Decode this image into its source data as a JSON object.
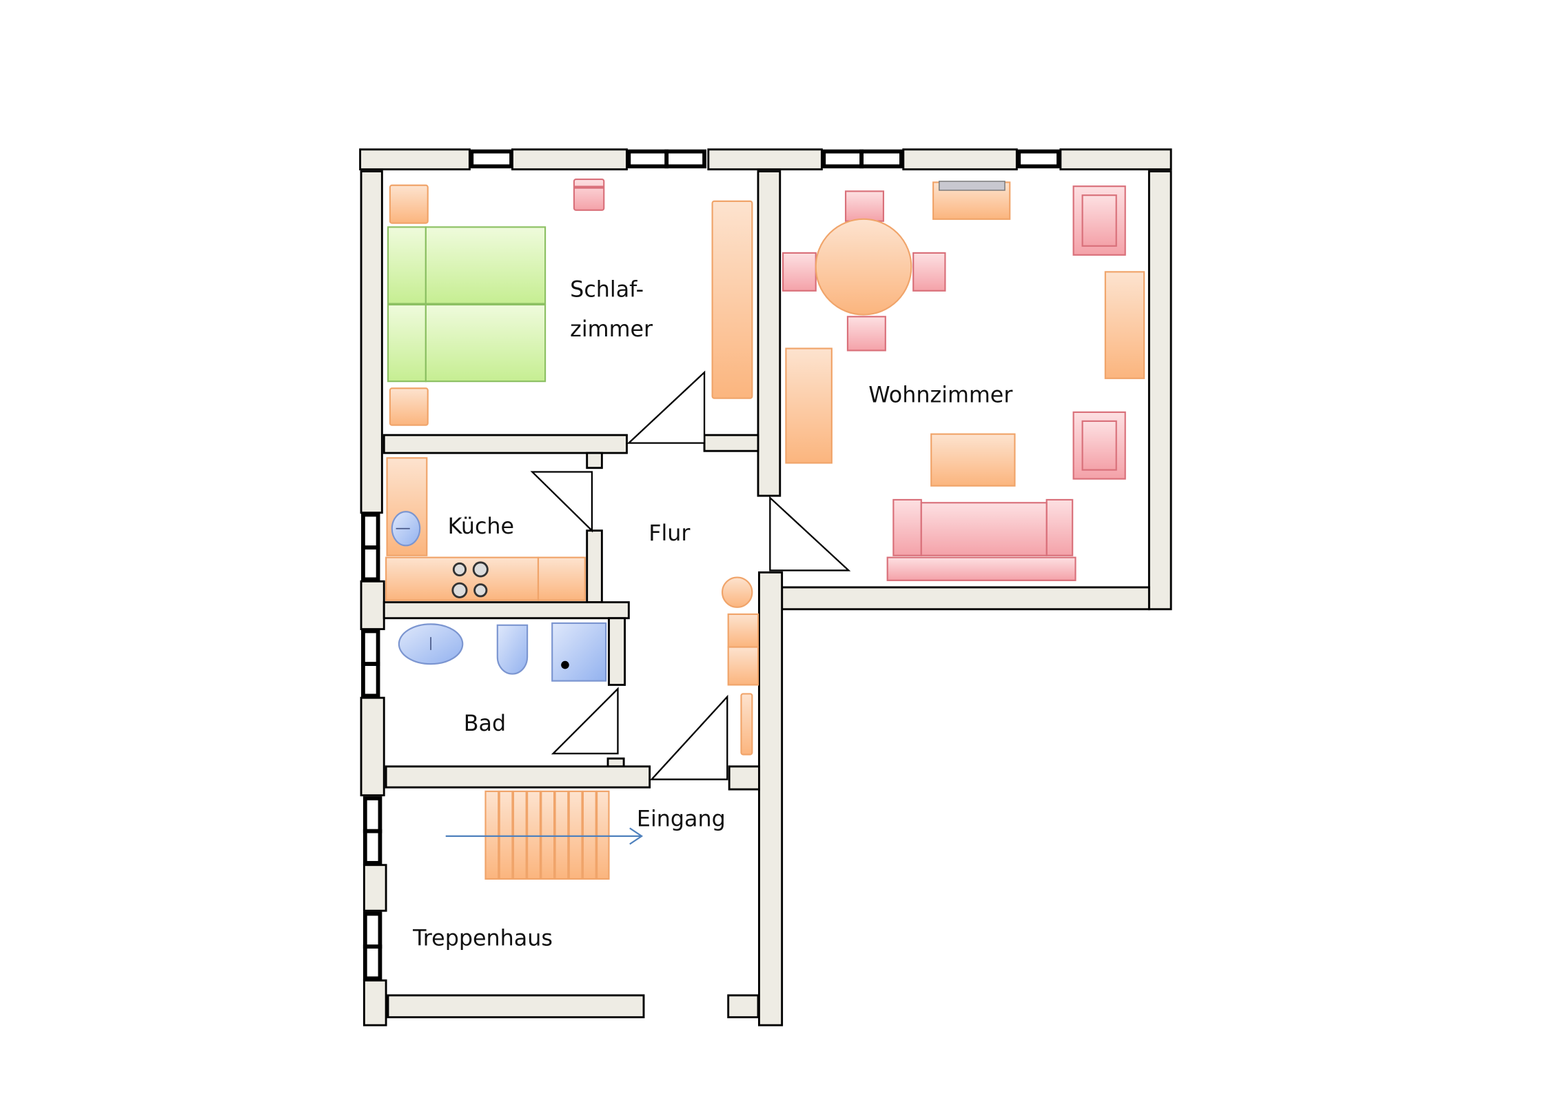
{
  "rooms": {
    "schlafzimmer_line1": "Schlaf-",
    "schlafzimmer_line2": "zimmer",
    "wohnzimmer": "Wohnzimmer",
    "kueche": "Küche",
    "flur": "Flur",
    "bad": "Bad",
    "eingang": "Eingang",
    "treppenhaus": "Treppenhaus"
  },
  "colors": {
    "wall": "#eeece4",
    "furniture_orange": "#fbc497",
    "furniture_pink": "#f7b3b8",
    "bed_green": "#cdf0a0",
    "sanitary_blue": "#aac4f3",
    "arrow": "#4f81bd"
  }
}
